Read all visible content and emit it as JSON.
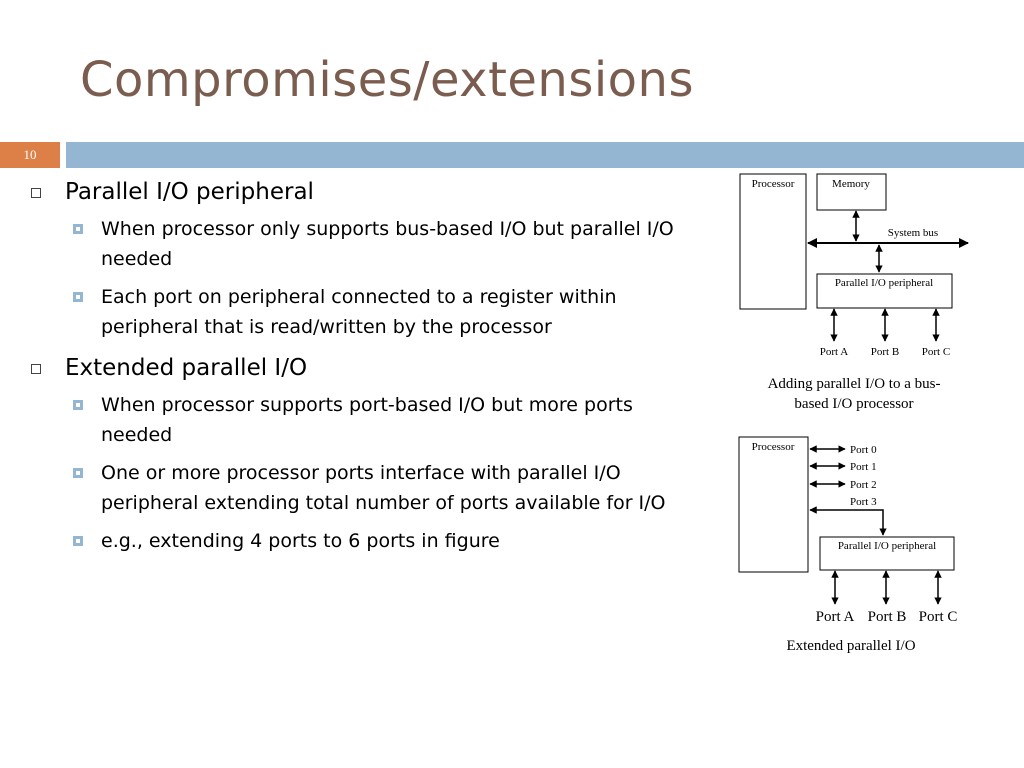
{
  "slide": {
    "title": "Compromises/extensions",
    "number": "10"
  },
  "bullets": [
    {
      "text": "Parallel I/O peripheral",
      "subs": [
        "When processor only supports bus-based I/O but parallel I/O needed",
        "Each port on peripheral connected to a register within peripheral that is read/written by the processor"
      ]
    },
    {
      "text": "Extended parallel I/O",
      "subs": [
        "When processor supports port-based I/O but more ports needed",
        "One or more processor ports interface with parallel I/O peripheral extending total number of ports available for I/O",
        "e.g., extending 4 ports to 6 ports in figure"
      ]
    }
  ],
  "diagram1": {
    "processor": "Processor",
    "memory": "Memory",
    "bus": "System bus",
    "peripheral": "Parallel I/O peripheral",
    "ports": [
      "Port A",
      "Port B",
      "Port C"
    ],
    "caption_line1": "Adding parallel I/O to a bus-",
    "caption_line2": "based I/O processor"
  },
  "diagram2": {
    "processor": "Processor",
    "proc_ports": [
      "Port 0",
      "Port 1",
      "Port 2",
      "Port 3"
    ],
    "peripheral": "Parallel I/O peripheral",
    "ports": [
      "Port A",
      "Port B",
      "Port C"
    ],
    "caption": "Extended parallel I/O"
  },
  "colors": {
    "title": "#7a5d4e",
    "slide_number_bg": "#dd8047",
    "header_bar": "#94b6d2"
  }
}
